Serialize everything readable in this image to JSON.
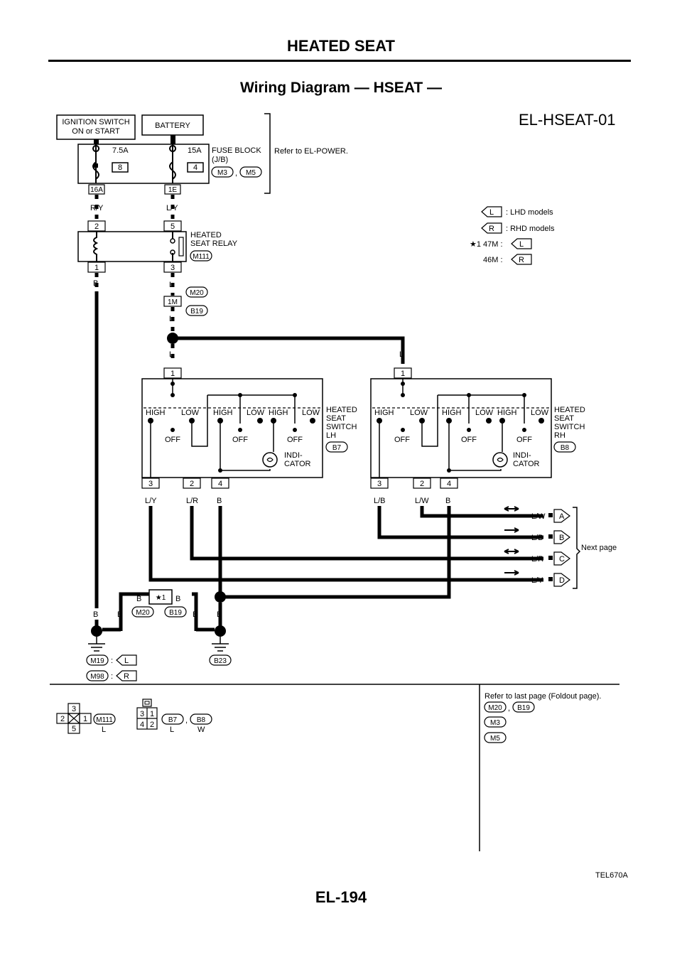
{
  "section_title": "HEATED SEAT",
  "diagram_title": "Wiring Diagram — HSEAT —",
  "diagram_id": "EL-HSEAT-01",
  "image_code": "TEL670A",
  "page_number": "EL-194",
  "power": {
    "ign_l1": "IGNITION SWITCH",
    "ign_l2": "ON or START",
    "battery": "BATTERY",
    "fuse1_amp": "7.5A",
    "fuse1_no": "8",
    "fuse1_term": "16A",
    "fuse2_amp": "15A",
    "fuse2_no": "4",
    "fuse2_term": "1E",
    "fuse_block_l1": "FUSE BLOCK",
    "fuse_block_l2": "(J/B)",
    "fb_conn1": "M3",
    "fb_sep": ",",
    "fb_conn2": "M5",
    "refer": "Refer to EL-POWER."
  },
  "wires": {
    "ry": "R/Y",
    "ly": "L/Y",
    "b": "B",
    "l": "L",
    "lr": "L/R",
    "lb": "L/B",
    "lw": "L/W"
  },
  "relay": {
    "l1": "HEATED",
    "l2": "SEAT RELAY",
    "conn": "M111",
    "t2": "2",
    "t5": "5",
    "t1": "1",
    "t3": "3"
  },
  "joint": {
    "term": "1M",
    "conn1": "M20",
    "conn2": "B19"
  },
  "legend": {
    "l_box": "L",
    "l_text": ": LHD models",
    "r_box": "R",
    "r_text": ": RHD models",
    "star": "★1",
    "m47": "47M :",
    "m47_val": "L",
    "m46": "46M :",
    "m46_val": "R"
  },
  "switch_labels": {
    "high": "HIGH",
    "low": "LOW",
    "off": "OFF",
    "indi1": "INDI-",
    "indi2": "CATOR",
    "name1": "HEATED",
    "name2": "SEAT",
    "name3": "SWITCH"
  },
  "switch_lh": {
    "side": "LH",
    "conn": "B7",
    "t1": "1",
    "t3": "3",
    "t2": "2",
    "t4": "4"
  },
  "switch_rh": {
    "side": "RH",
    "conn": "B8",
    "t1": "1",
    "t3": "3",
    "t2": "2",
    "t4": "4"
  },
  "next_page": {
    "a": "A",
    "b": "B",
    "c": "C",
    "d": "D",
    "wa": "L/W",
    "wb": "L/B",
    "wc": "L/R",
    "wd": "L/Y",
    "text": "Next page"
  },
  "ground": {
    "star_conn": "★1",
    "m20": "M20",
    "b19": "B19",
    "m19": "M19",
    "m19_val": "L",
    "m98": "M98",
    "m98_val": "R",
    "b23": "B23",
    "colon": ":"
  },
  "connectors": {
    "relay_pins": [
      "3",
      "2",
      "1",
      "5"
    ],
    "relay_conn": "M111",
    "relay_color": "L",
    "sw_pins": [
      "3",
      "1",
      "4",
      "2"
    ],
    "sw_conn1": "B7",
    "sw_sep": ",",
    "sw_conn2": "B8",
    "sw_color1": "L",
    "sw_color2": "W"
  },
  "foldout": {
    "text": "Refer to last page (Foldout page).",
    "c1": "M20",
    "sep": ",",
    "c2": "B19",
    "c3": "M3",
    "c4": "M5"
  }
}
